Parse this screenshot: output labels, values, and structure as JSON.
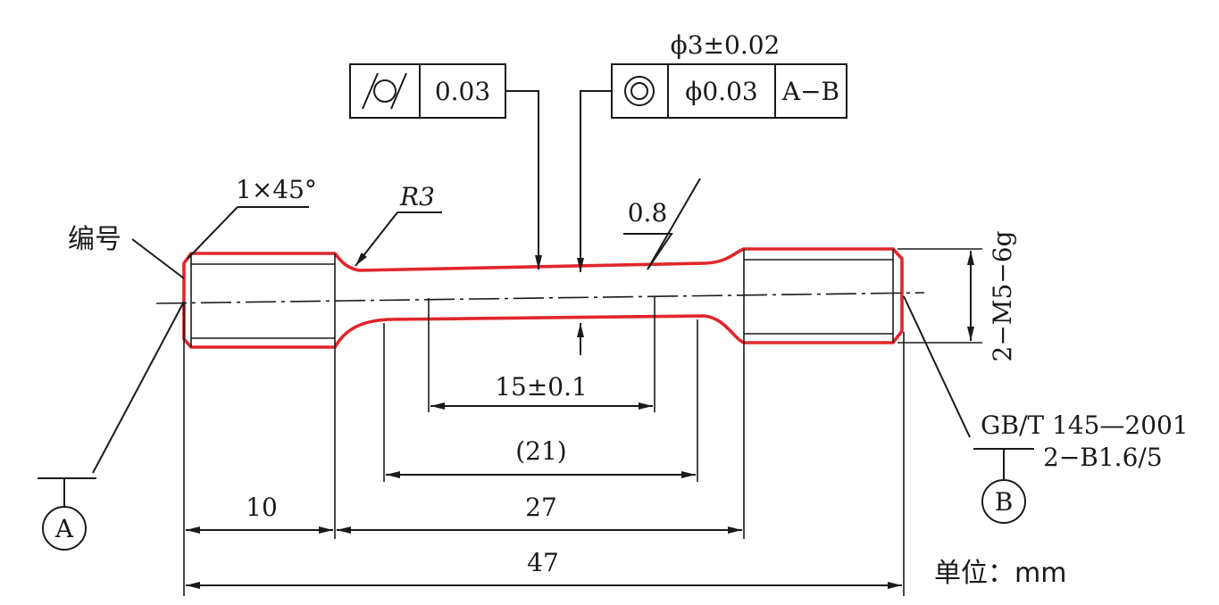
{
  "labels": {
    "chamfer": "1×45°",
    "radius": "R3",
    "part_number": "编号",
    "thread_spec": "2−M5−6g",
    "thread_standard": "GB/T 145—2001",
    "center_holes": "2−B1.6/5",
    "units": "单位：mm"
  },
  "roughness": {
    "value": "0.8"
  },
  "tolerance_frames": {
    "cylindricity": {
      "tolerance": "0.03"
    },
    "coaxiality": {
      "tolerance": "ϕ0.03",
      "datum": "A−B",
      "above": "ϕ3±0.02"
    }
  },
  "datums": {
    "left": "A",
    "right": "B"
  },
  "dimensions": {
    "gauge_length": "15±0.1",
    "parallel_length": "(21)",
    "grip_length": "10",
    "middle_length": "27",
    "total_length": "47"
  }
}
